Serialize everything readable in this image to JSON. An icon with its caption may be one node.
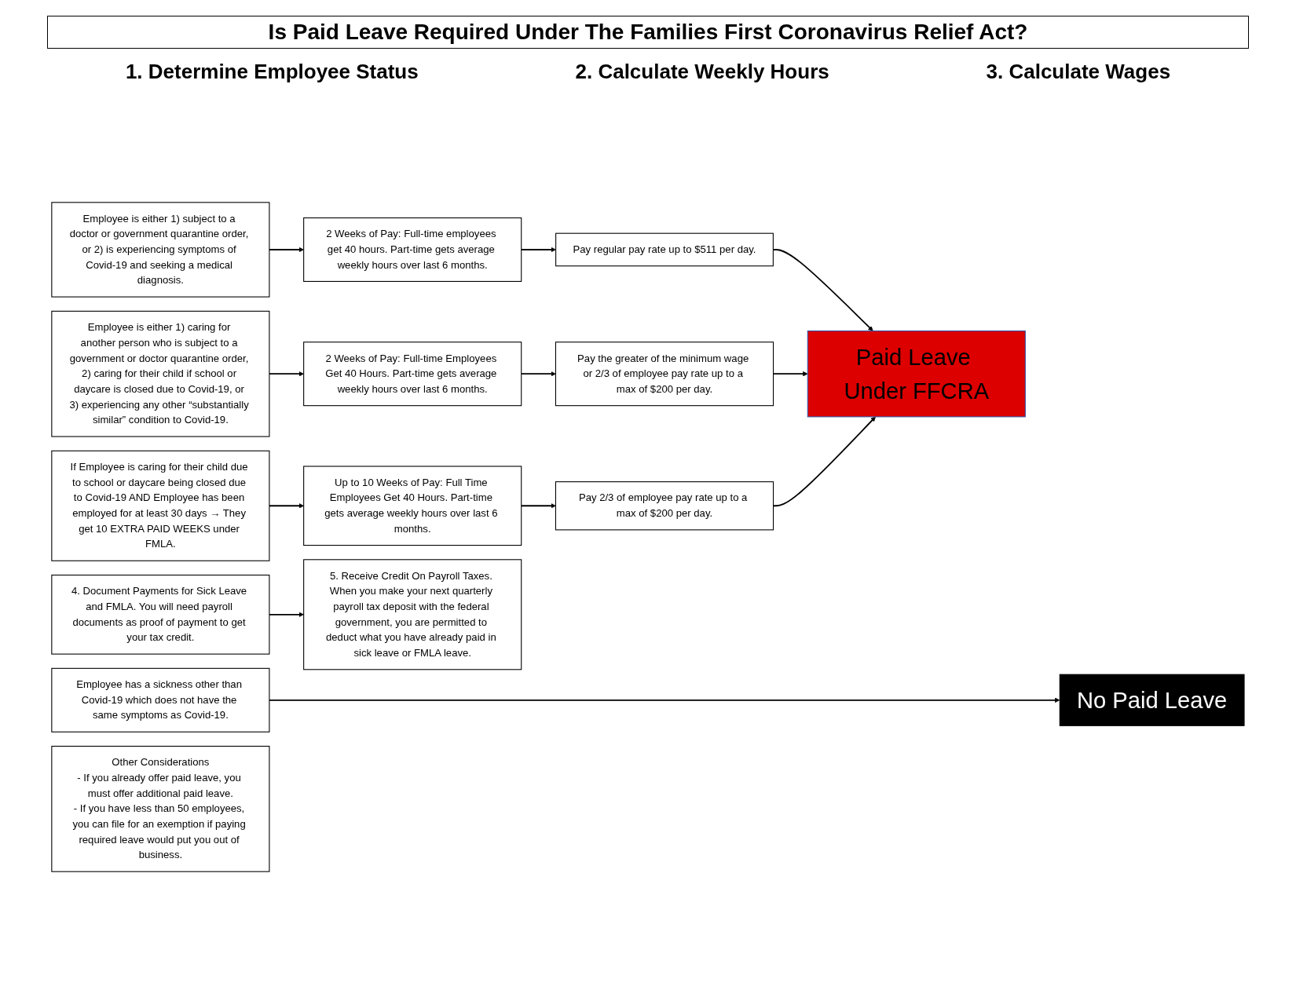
{
  "diagram": {
    "title": "Is Paid Leave Required Under The Families First Coronavirus Relief Act?",
    "nodes": [
      {
        "text": [
          "Employee is either 1) subject to a doctor or government quarantine order, or 2) is experiencing symptoms of Covid-19 and seeking a medical diagnosis."
        ]
      },
      {
        "text": [
          "Employee is either 1) caring for another person who is subject to a government or doctor quarantine order, 2) caring for their child if school or daycare is closed due to Covid-19, or 3) experiencing any other “substantially similar” condition to Covid-19."
        ]
      },
      {
        "text": [
          "If Employee is caring for their child due to school or daycare being closed due to Covid-19 AND Employee has been employed for at least 30 days → They get 10 EXTRA PAID WEEKS under FMLA."
        ]
      },
      {
        "text": [
          "Employee has a sickness other than Covid-19 which does not have the same symptoms as Covid-19."
        ]
      },
      {
        "text": [
          "2 Weeks of Pay: Full-time employees get 40 hours. Part-time gets average weekly hours over last 6 months."
        ]
      },
      {
        "text": [
          "2 Weeks of Pay: Full-time Employees Get 40 Hours. Part-time gets average weekly hours over last 6 months."
        ]
      },
      {
        "text": [
          "Up to 10 Weeks of Pay: Full Time Employees Get 40 Hours. Part-time gets average weekly hours over last 6 months."
        ]
      },
      {
        "text": [
          "Pay regular pay rate up to $511 per day."
        ]
      },
      {
        "text": [
          "Pay the greater of the minimum wage or 2/3 of employee pay rate up to a max of $200 per day."
        ]
      },
      {
        "text": [
          "Pay 2/3 of employee pay rate up to a max of $200 per day."
        ]
      },
      {
        "text": [
          "Paid Leave Under FFCRA"
        ]
      },
      {
        "text": [
          "No Paid Leave"
        ]
      },
      {
        "text": [
          "4. Document Payments for Sick Leave and FMLA. You will need payroll documents as proof of payment to get your tax credit."
        ]
      },
      {
        "text": [
          "5. Receive Credit On Payroll Taxes. When you make your next quarterly payroll tax deposit with the federal government, you are permitted to deduct what you have already paid in sick leave or FMLA leave."
        ]
      },
      {
        "text": [
          "Other Considerations",
          "- If you already offer paid leave, you must offer additional paid leave.",
          "- If you have less than 50 employees, you can file for an exemption if paying required leave would put you out of business."
        ]
      }
    ],
    "edges": [
      {
        "from": 0,
        "to": 4,
        "arrow": "to"
      },
      {
        "from": 1,
        "to": 5,
        "arrow": "to"
      },
      {
        "from": 2,
        "to": 6,
        "arrow": "to"
      },
      {
        "from": 4,
        "to": 7,
        "arrow": "to"
      },
      {
        "from": 5,
        "to": 8,
        "arrow": "to"
      },
      {
        "from": 6,
        "to": 9,
        "arrow": "to"
      },
      {
        "from": 7,
        "to": 10,
        "arrow": "to"
      },
      {
        "from": 8,
        "to": 10,
        "arrow": "to"
      },
      {
        "from": 9,
        "to": 10,
        "arrow": "to"
      },
      {
        "from": 3,
        "to": 11,
        "arrow": "to"
      },
      {
        "from": 12,
        "to": 13,
        "arrow": "to"
      }
    ],
    "labels": [
      "1. Determine Employee Status",
      "2. Calculate Weekly Hours",
      "3. Calculate Wages"
    ]
  }
}
